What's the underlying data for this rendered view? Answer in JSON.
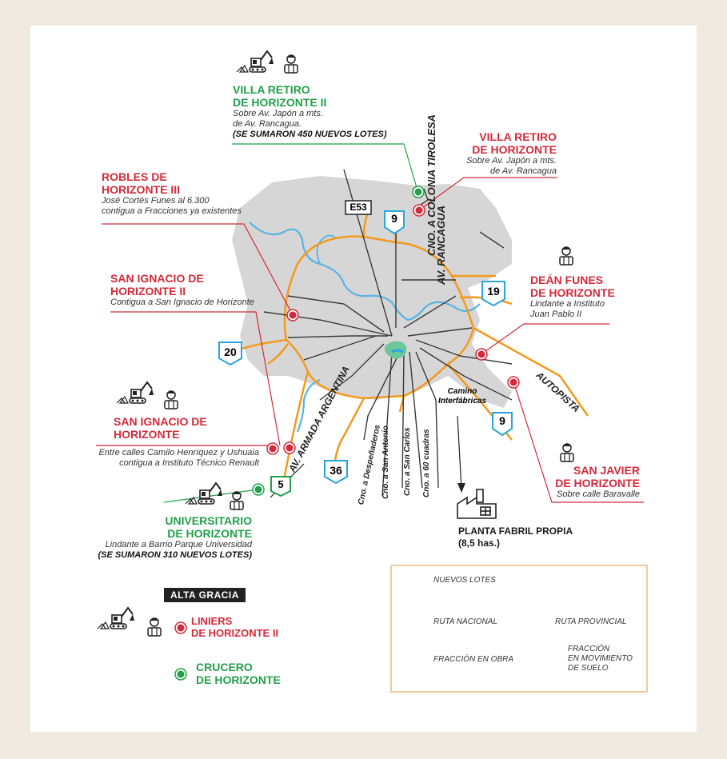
{
  "colors": {
    "nuevos_lotes": "#22a04a",
    "red_marker": "#d42a3a",
    "road_orange": "#f39a1e",
    "river": "#56b4e4",
    "city": "#d6d6d6",
    "nacional": "#2aa5dc",
    "provincial": "#22a04a"
  },
  "routes": {
    "e53": "E53",
    "r9_north": "9",
    "r19": "19",
    "r20": "20",
    "r9_south": "9",
    "r36": "36",
    "r5": "5"
  },
  "roads": {
    "colonia_tirolesa": "CNO. A COLONIA TIROLESA",
    "rancagua": "AV. RANCAGUA",
    "armada": "AV. ARMADA ARGENTINA",
    "autopista": "AUTOPISTA",
    "camino_line1": "Camino",
    "camino_line2": "Interfábricas",
    "despenaderos": "Cno. a Despeñaderos",
    "san_antonio": "Cno. a San Antonio",
    "san_carlos": "Cno. a San Carlos",
    "sesenta": "Cno. a 60 cuadras"
  },
  "labels": {
    "villa_retiro_ii": {
      "title1": "VILLA RETIRO",
      "title2": "DE HORIZONTE II",
      "sub1": "Sobre Av. Japón a mts.",
      "sub2": "de Av. Rancagua.",
      "note": "(SE SUMARON 450 NUEVOS LOTES)"
    },
    "villa_retiro": {
      "title1": "VILLA RETIRO",
      "title2": "DE HORIZONTE",
      "sub1": "Sobre Av. Japón a mts.",
      "sub2": "de Av. Rancagua"
    },
    "robles": {
      "title1": "ROBLES DE",
      "title2": "HORIZONTE III",
      "sub1": "José Cortés Funes al 6.300",
      "sub2": "contigua a Fracciones ya existentes"
    },
    "san_ignacio_ii": {
      "title1": "SAN IGNACIO DE",
      "title2": "HORIZONTE II",
      "sub1": "Contigua a San Ignacio de Horizonte"
    },
    "dean_funes": {
      "title1": "DEÁN FUNES",
      "title2": "DE HORIZONTE",
      "sub1": "Lindante a Instituto",
      "sub2": "Juan Pablo II"
    },
    "san_ignacio": {
      "title1": "SAN IGNACIO DE",
      "title2": "HORIZONTE",
      "sub1": "Entre calles Camilo Henríquez y Ushuaia",
      "sub2": "contigua a Instituto Técnico Renault"
    },
    "san_javier": {
      "title1": "SAN JAVIER",
      "title2": "DE HORIZONTE",
      "sub1": "Sobre calle Baravalle"
    },
    "universitario": {
      "title1": "UNIVERSITARIO",
      "title2": "DE HORIZONTE",
      "sub1": "Lindante a Barrio Parque Universidad",
      "note": "(SE SUMARON 310 NUEVOS LOTES)"
    },
    "planta": {
      "line1": "PLANTA FABRIL PROPIA",
      "line2": "(8,5 has.)"
    }
  },
  "alta_gracia": {
    "badge": "ALTA GRACIA",
    "liniers1": "LINIERS",
    "liniers2": "DE HORIZONTE II",
    "crucero1": "CRUCERO",
    "crucero2": "DE HORIZONTE"
  },
  "legend": {
    "nuevos_lotes": "NUEVOS LOTES",
    "ruta_nacional": "RUTA NACIONAL",
    "ruta_provincial": "RUTA PROVINCIAL",
    "fraccion_obra": "FRACCIÓN EN OBRA",
    "fraccion_mov1": "FRACCIÓN",
    "fraccion_mov2": "EN MOVIMIENTO",
    "fraccion_mov3": "DE SUELO"
  },
  "icons": [
    "excavator-icon",
    "worker-icon",
    "factory-icon",
    "marker-icon",
    "route-shield-icon"
  ]
}
